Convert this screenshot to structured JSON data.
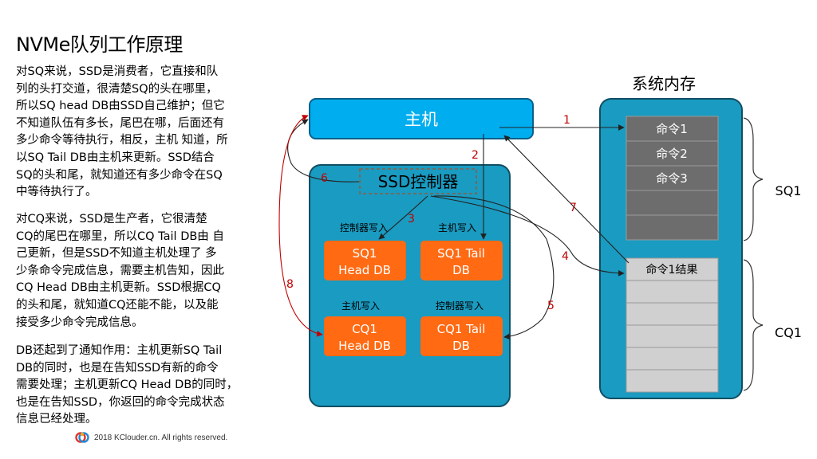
{
  "title": "NVMe队列工作原理",
  "paragraphs": [
    "对SQ来说，SSD是消费者，它直接和队\n列的头打交道，很清楚SQ的头在哪里，\n所以SQ head DB由SSD自己维护；但它\n不知道队伍有多长，尾巴在哪，后面还有\n多少命令等待执行，相反，主机 知道，所\n以SQ Tail DB由主机来更新。SSD结合\nSQ的头和尾，就知道还有多少命令在SQ\n中等待执行了。",
    "对CQ来说，SSD是生产者，它很清楚\nCQ的尾巴在哪里，所以CQ Tail DB由 自\n己更新，但是SSD不知道主机处理了 多\n少条命令完成信息，需要主机告知，因此\nCQ Head DB由主机更新。SSD根据CQ\n的头和尾，就知道CQ还能不能，以及能\n接受多少命令完成信息。",
    "DB还起到了通知作用：主机更新SQ Tail\nDB的同时，也是在告知SSD有新的命令\n需要处理；主机更新CQ Head DB的同时，\n也是在告知SSD，你返回的命令完成状态\n信息已经处理。"
  ],
  "footer": "2018 KClouder.cn. All rights reserved.",
  "diagram": {
    "host_label": "主机",
    "controller_label": "SSD控制器",
    "memory_title": "系统内存",
    "doorbells": [
      {
        "caption": "控制器写入",
        "line1": "SQ1",
        "line2": "Head DB"
      },
      {
        "caption": "主机写入",
        "line1": "SQ1 Tail",
        "line2": "DB"
      },
      {
        "caption": "主机写入",
        "line1": "CQ1",
        "line2": "Head DB"
      },
      {
        "caption": "控制器写入",
        "line1": "CQ1 Tail",
        "line2": "DB"
      }
    ],
    "sq_label": "SQ1",
    "cq_label": "CQ1",
    "sq_entries": [
      "命令1",
      "命令2",
      "命令3",
      "",
      ""
    ],
    "cq_entries": [
      "命令1结果",
      "",
      "",
      "",
      "",
      ""
    ],
    "steps": [
      "1",
      "2",
      "3",
      "4",
      "5",
      "6",
      "7",
      "8"
    ],
    "colors": {
      "host": "#00AEEF",
      "panel": "#1A9BC1",
      "doorbell": "#FF6A13",
      "sq_slot": "#6D6D6D",
      "cq_slot": "#D0D0D0",
      "arrow_red": "#C00000"
    }
  }
}
